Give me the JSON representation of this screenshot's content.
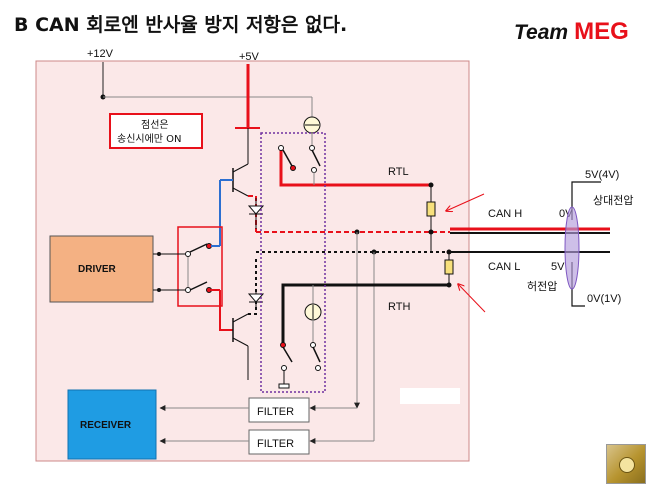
{
  "title": "B CAN 회로엔 반사율 방지 저항은 없다.",
  "brand": {
    "team": "Team",
    "meg": "MEG"
  },
  "colors": {
    "red": "#e8101a",
    "blue": "#2c6fd1",
    "driver_fill": "#f4b183",
    "receiver_fill": "#1f9ce3",
    "purple": "#7030a0"
  },
  "labels": {
    "v12": "+12V",
    "v5": "+5V",
    "note_line1": "점선은",
    "note_line2": "송신시에만 ON",
    "rtl": "RTL",
    "rth": "RTH",
    "can_h": "CAN H",
    "can_l": "CAN L",
    "v0_h": "0V",
    "v5_l": "5V",
    "v5_4": "5V(4V)",
    "v0_1": "0V(1V)",
    "relative_voltage": "상대전압",
    "false_voltage": "허전압",
    "driver": "DRIVER",
    "receiver": "RECEIVER",
    "filter_1": "FILTER",
    "filter_2": "FILTER"
  },
  "icons": [
    "current-source-icon",
    "resistor-icon",
    "switch-icon",
    "diode-icon",
    "transistor-icon",
    "ferrite-core-icon"
  ]
}
